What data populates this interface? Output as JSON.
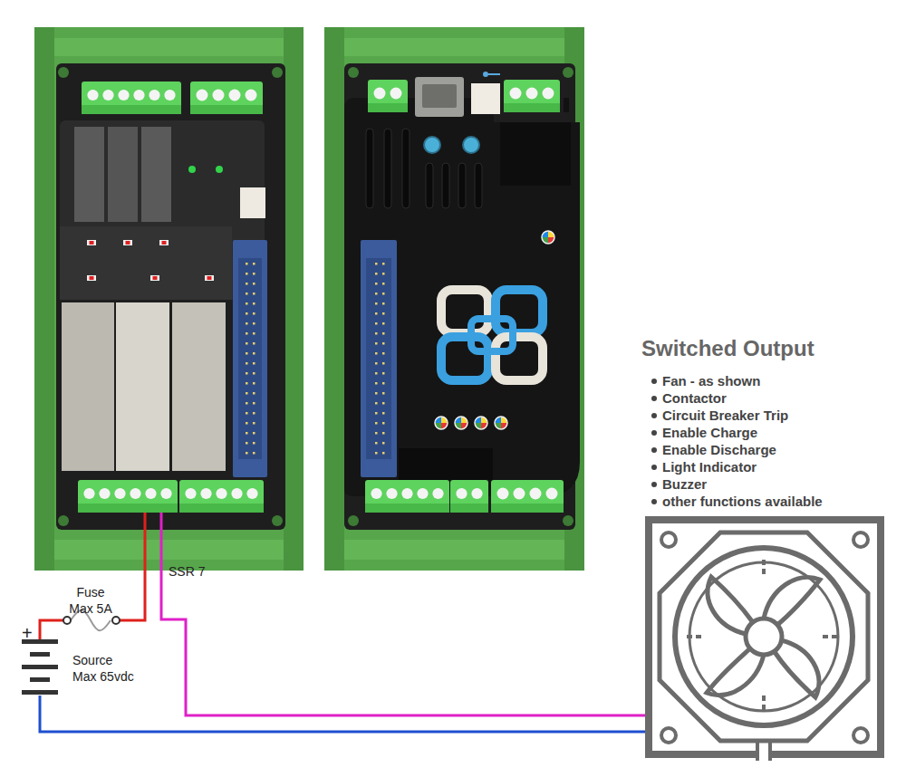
{
  "diagram": {
    "labels": [
      "Switched Output",
      "Fan - as shown",
      "Contactor",
      "Circuit Breaker Trip",
      "Enable Charge",
      "Enable Discharge",
      "Light Indicator",
      "Buzzer",
      "other functions available",
      "SSR 7",
      "Fuse Max 5A",
      "+",
      "Source Max 65vdc"
    ]
  }
}
